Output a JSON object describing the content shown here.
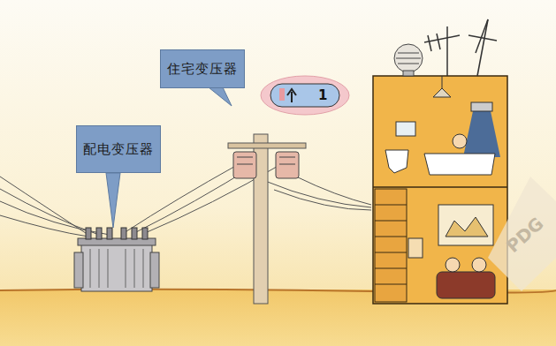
{
  "diagram": {
    "nodes": [
      {
        "text": [
          "住宅变压器"
        ]
      },
      {
        "text": [
          "配电变压器"
        ]
      }
    ],
    "labels": [
      "1",
      "PDG"
    ]
  }
}
